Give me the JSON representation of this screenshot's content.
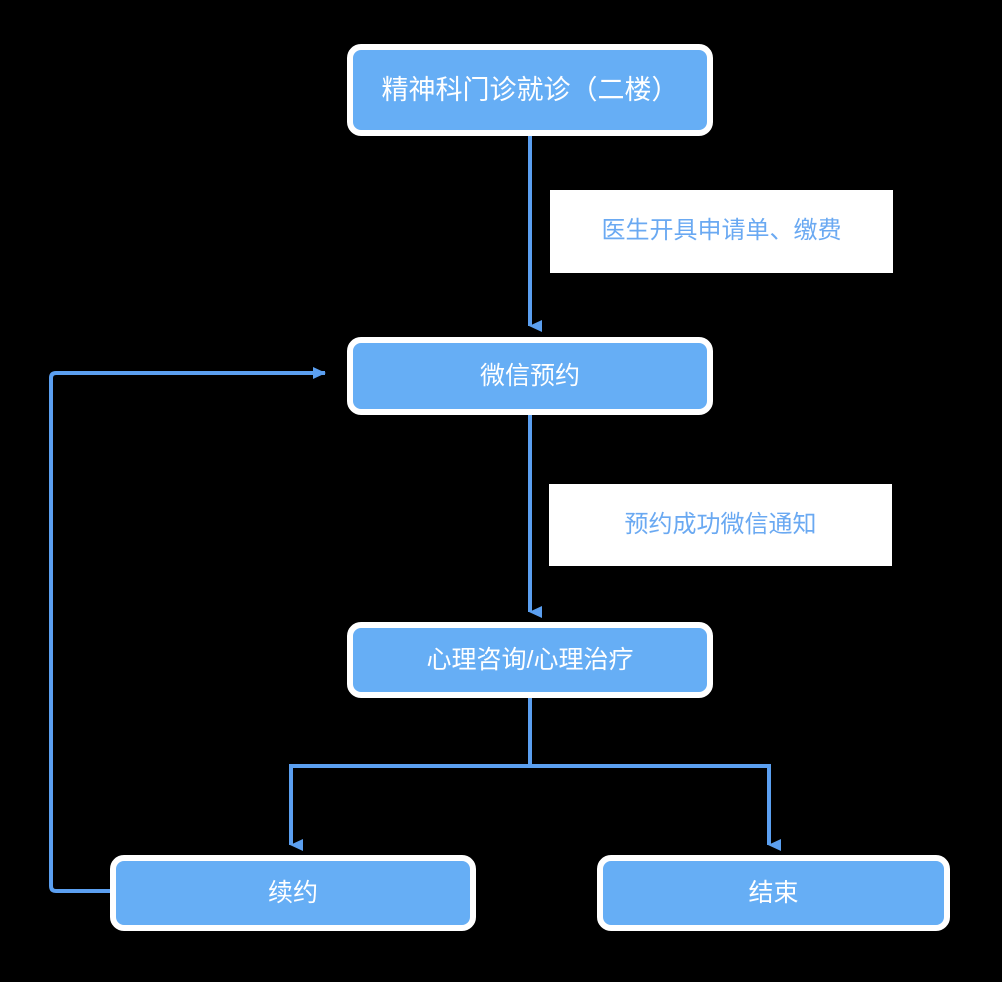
{
  "diagram": {
    "type": "flowchart",
    "background_color": "#000000",
    "node_fill_color": "#66aef5",
    "node_border_color": "#ffffff",
    "node_text_color": "#ffffff",
    "edge_color": "#5b9ff0",
    "edge_label_text_color": "#6aa9f2",
    "edge_label_background_color": "#ffffff",
    "nodes": [
      {
        "id": "visit",
        "label": "精神科门诊就诊（二楼）"
      },
      {
        "id": "wechat",
        "label": "微信预约"
      },
      {
        "id": "therapy",
        "label": "心理咨询/心理治疗"
      },
      {
        "id": "renew",
        "label": "续约"
      },
      {
        "id": "end",
        "label": "结束"
      }
    ],
    "edges": [
      {
        "from": "visit",
        "to": "wechat",
        "label": "医生开具申请单、缴费"
      },
      {
        "from": "wechat",
        "to": "therapy",
        "label": "预约成功微信通知"
      },
      {
        "from": "therapy",
        "to": "renew",
        "label": ""
      },
      {
        "from": "therapy",
        "to": "end",
        "label": ""
      },
      {
        "from": "renew",
        "to": "wechat",
        "label": ""
      }
    ]
  }
}
